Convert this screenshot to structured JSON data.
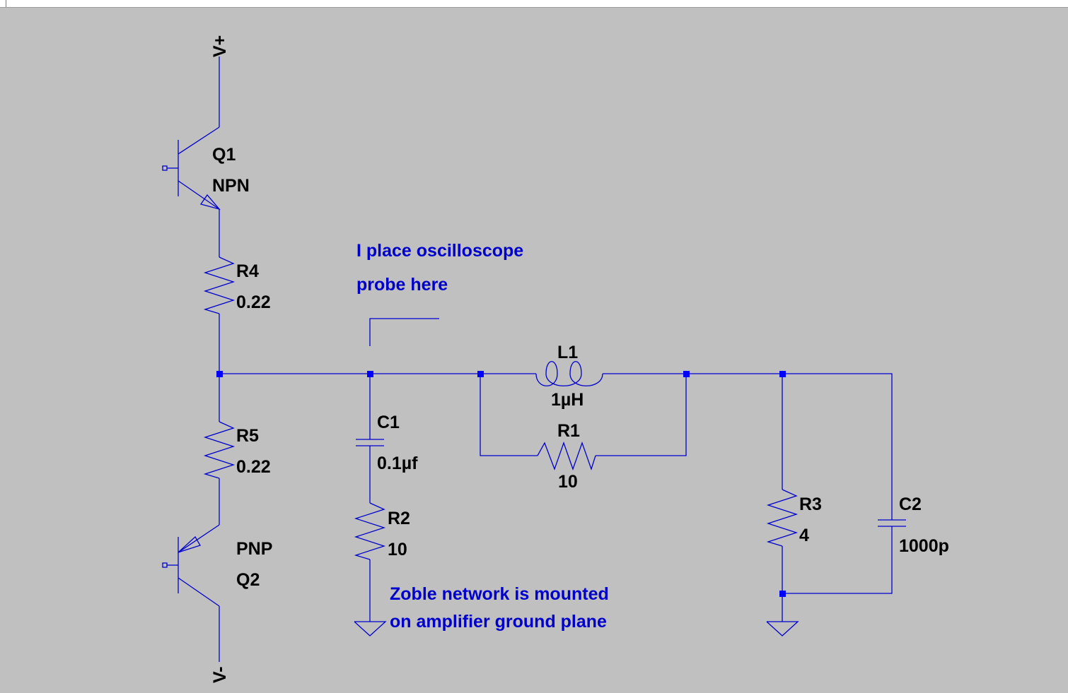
{
  "colors": {
    "background": "#c0c0c0",
    "wire": "#0000cc",
    "junction": "#0000ff",
    "component_text": "#000000",
    "comment_text": "#0000cc"
  },
  "supplies": {
    "positive": "V+",
    "negative": "V-"
  },
  "components": {
    "q1": {
      "ref": "Q1",
      "type": "NPN"
    },
    "q2": {
      "ref": "Q2",
      "type": "PNP"
    },
    "r4": {
      "ref": "R4",
      "value": "0.22"
    },
    "r5": {
      "ref": "R5",
      "value": "0.22"
    },
    "c1": {
      "ref": "C1",
      "value": "0.1µf"
    },
    "r2": {
      "ref": "R2",
      "value": "10"
    },
    "l1": {
      "ref": "L1",
      "value": "1µH"
    },
    "r1": {
      "ref": "R1",
      "value": "10"
    },
    "r3": {
      "ref": "R3",
      "value": "4"
    },
    "c2": {
      "ref": "C2",
      "value": "1000p"
    }
  },
  "notes": {
    "probe_line1": "I place oscilloscope",
    "probe_line2": "probe here",
    "zobel_line1": "Zoble network is mounted",
    "zobel_line2": "on amplifier ground plane"
  }
}
